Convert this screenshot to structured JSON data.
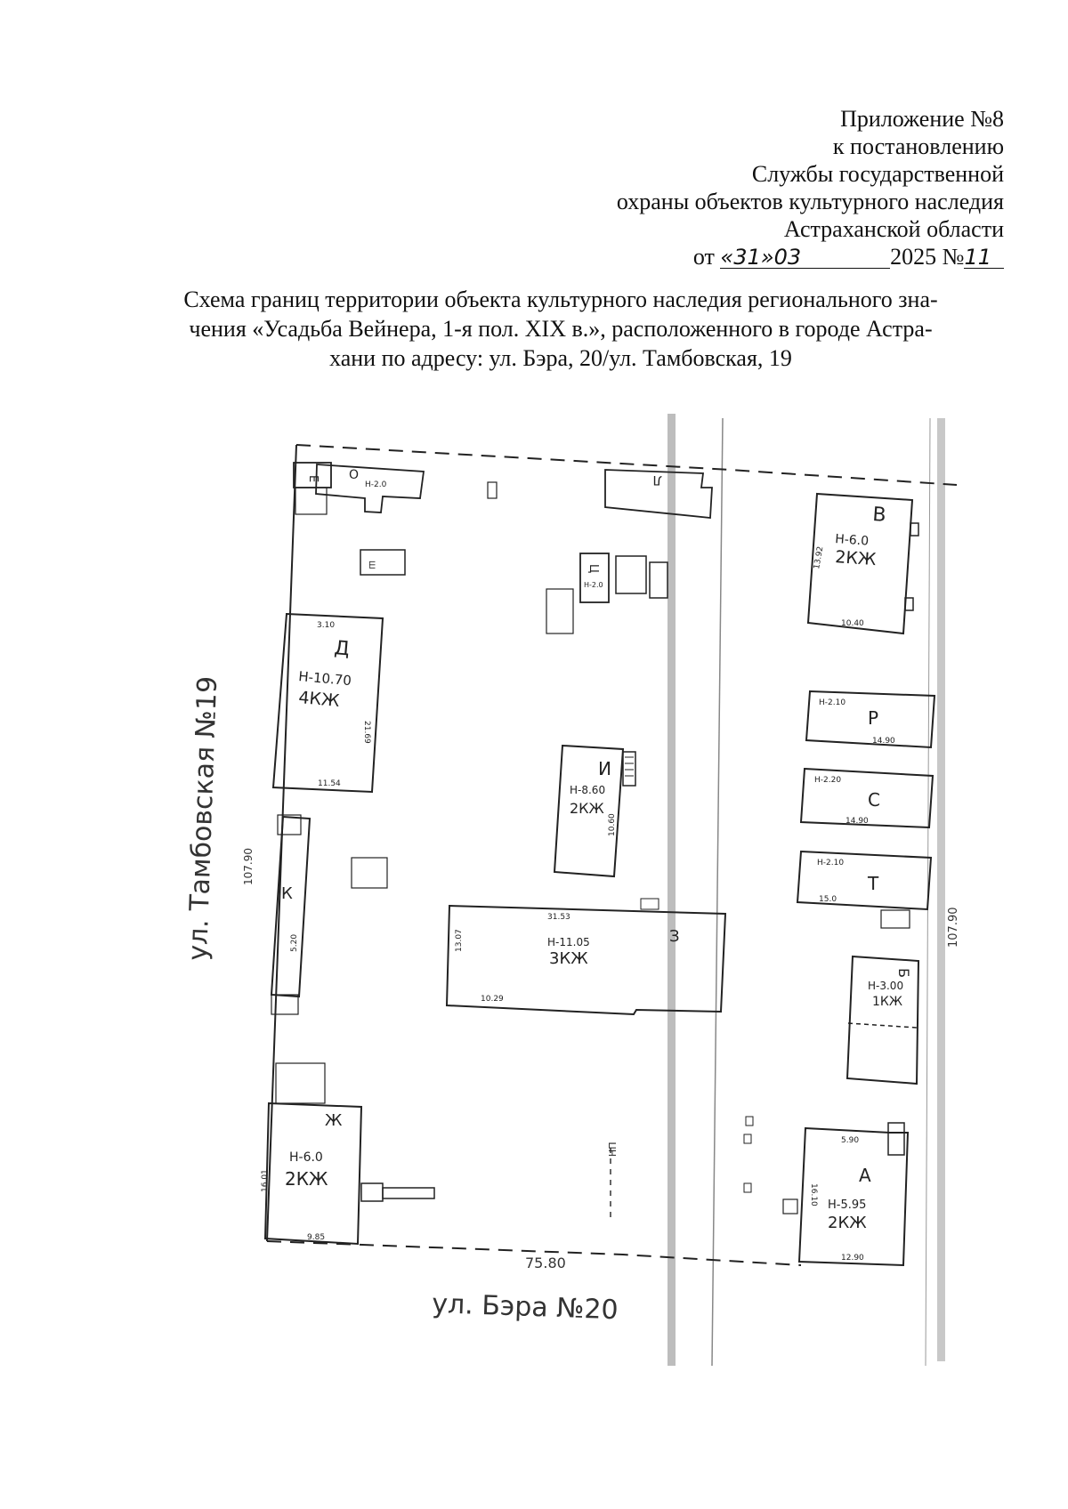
{
  "header": {
    "line1": "Приложение №8",
    "line2": "к постановлению",
    "line3": "Службы государственной",
    "line4": "охраны объектов культурного наследия",
    "line5": "Астраханской области",
    "date_prefix": "от",
    "date_open": "«",
    "day": "31",
    "date_mid": "»",
    "month": "03",
    "year": "2025",
    "number_prefix": "№",
    "number": "11"
  },
  "title": {
    "line1": "Схема границ территории объекта культурного наследия регионального зна-",
    "line2": "чения «Усадьба Вейнера, 1-я пол. XIX в.», расположенного в городе Астра-",
    "line3": "хани по адресу: ул. Бэра, 20/ул. Тамбовская, 19"
  },
  "plan": {
    "street_tambovskaya": "ул. Тамбовская №19",
    "street_bera": "ул. Бэра №20",
    "side_length_left": "107.90",
    "side_length_right": "107.90",
    "side_length_bottom": "75.80",
    "buildings": {
      "D": {
        "letter": "Д",
        "height": "Н-10.70",
        "type": "4КЖ",
        "dim_top": "3.10",
        "dim_bottom": "11.54",
        "dim_side": "21.69"
      },
      "V": {
        "letter": "В",
        "height": "Н-6.0",
        "type": "2КЖ",
        "dim_bottom": "10.40",
        "dim_side": "13.92"
      },
      "R": {
        "letter": "Р",
        "height": "Н-2.10",
        "dim_bottom": "14.90"
      },
      "S": {
        "letter": "С",
        "height": "Н-2.20",
        "dim_bottom": "14.90"
      },
      "T": {
        "letter": "Т",
        "height": "Н-2.10",
        "dim_bottom": "15.0"
      },
      "I": {
        "letter": "И",
        "height": "Н-8.60",
        "type": "2КЖ",
        "dim_side": "10.60"
      },
      "Z": {
        "letter": "З",
        "height": "Н-11.05",
        "type": "3КЖ",
        "dim_top": "31.53",
        "dim_bottom": "10.29",
        "dim_side": "13.07"
      },
      "K": {
        "letter": "К",
        "dim_side": "5.20"
      },
      "B": {
        "letter": "Б",
        "height": "Н-3.00",
        "type": "1КЖ"
      },
      "Zh": {
        "letter": "Ж",
        "height": "Н-6.0",
        "type": "2КЖ",
        "dim_side": "16.01",
        "dim_bottom": "9.85"
      },
      "A": {
        "letter": "А",
        "height": "Н-5.95",
        "type": "2КЖ",
        "dim_top": "5.90",
        "dim_bottom": "12.90",
        "dim_side": "16.10"
      },
      "O": {
        "letter": "О",
        "height": "Н-2.0"
      },
      "E": {
        "letter": "Е"
      },
      "L": {
        "letter": "Л"
      },
      "Ts": {
        "letter": "Ц",
        "height": "Н-2.0"
      },
      "Sh": {
        "letter": "Ш"
      }
    },
    "boundary_marker": "НП"
  }
}
